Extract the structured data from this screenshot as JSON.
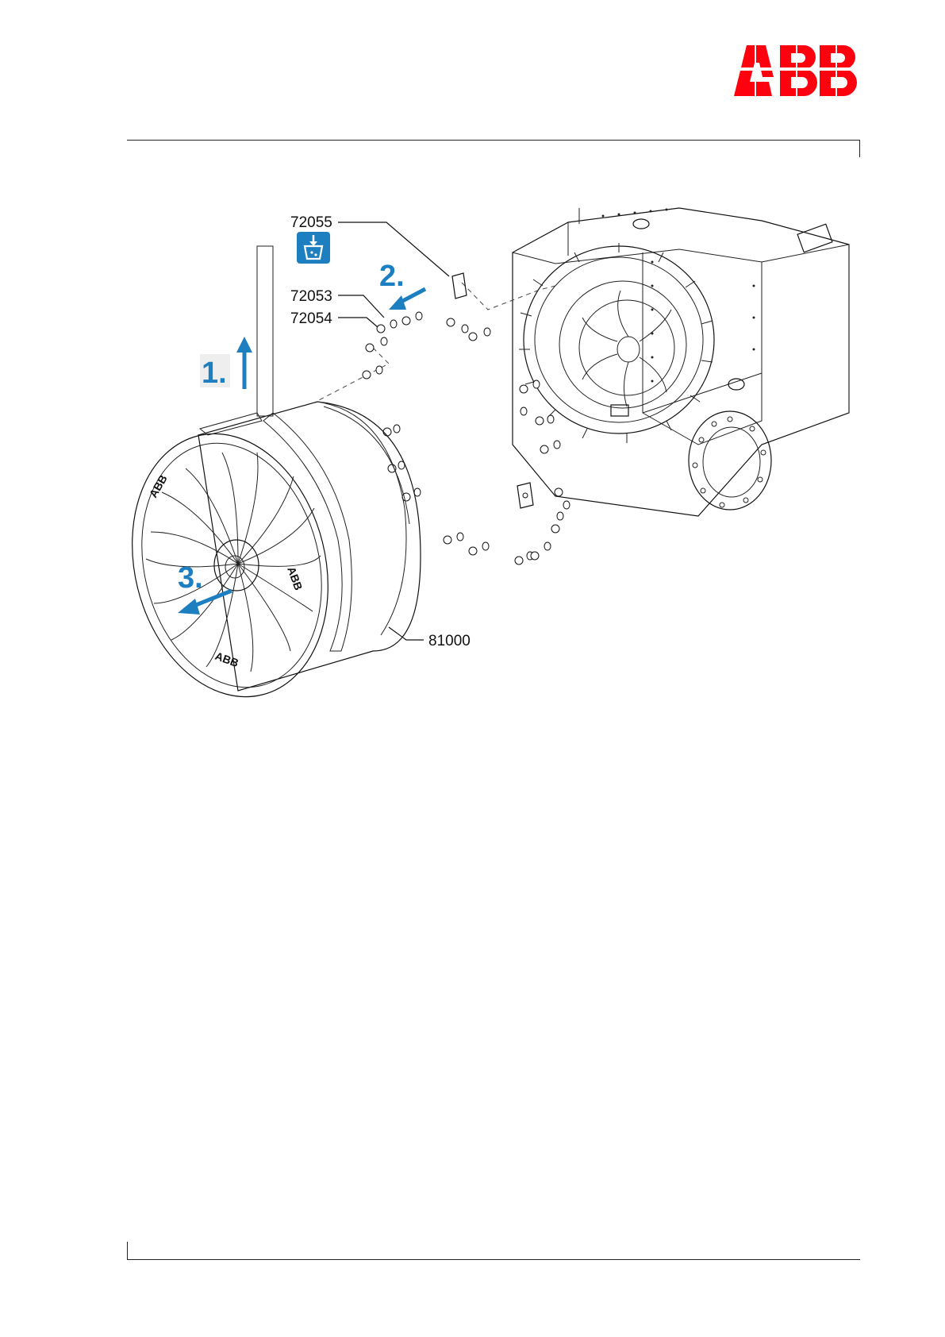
{
  "brand": {
    "logo_text": "ABB",
    "color": "#ff000f"
  },
  "callouts": {
    "c72055": "72055",
    "c72053": "72053",
    "c72054": "72054",
    "c81000": "81000"
  },
  "steps": {
    "s1": "1.",
    "s2": "2.",
    "s3": "3."
  },
  "icons": {
    "dispose": "dispose-icon",
    "arrow": "blue-arrow-icon"
  },
  "colors": {
    "step_blue": "#1e7fc0",
    "line": "#111111"
  }
}
